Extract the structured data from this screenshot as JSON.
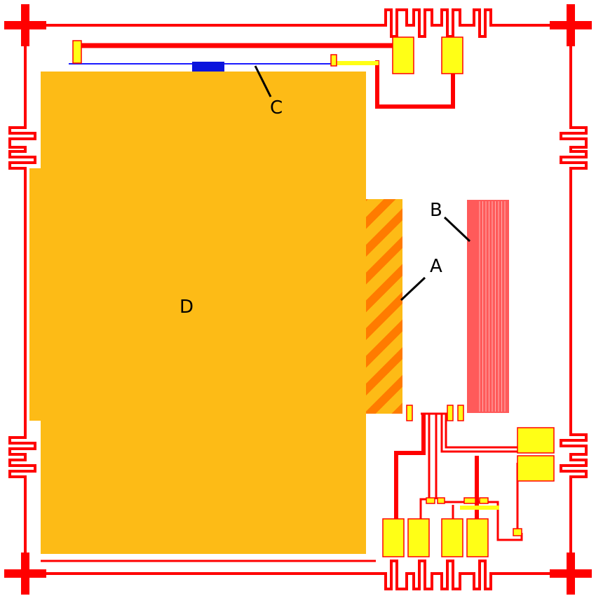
{
  "colors": {
    "background": "#ffffff",
    "trace": "#ff0000",
    "die": "#fdbb16",
    "pad": "#ffff16",
    "pad_stroke": "#ff0000",
    "hatch_base": "#fdbb16",
    "hatch_stripe": "#ff7b00",
    "comb": "#ff5a5a",
    "comb_line": "#ffb0b0",
    "wire": "#1a1aff",
    "wire_block": "#0a14dd",
    "leader": "#000000"
  },
  "icons": {
    "alignment_mark": "cross-alignment-mark-icon"
  },
  "labels": {
    "a": "A",
    "b": "B",
    "c": "C",
    "d": "D"
  }
}
